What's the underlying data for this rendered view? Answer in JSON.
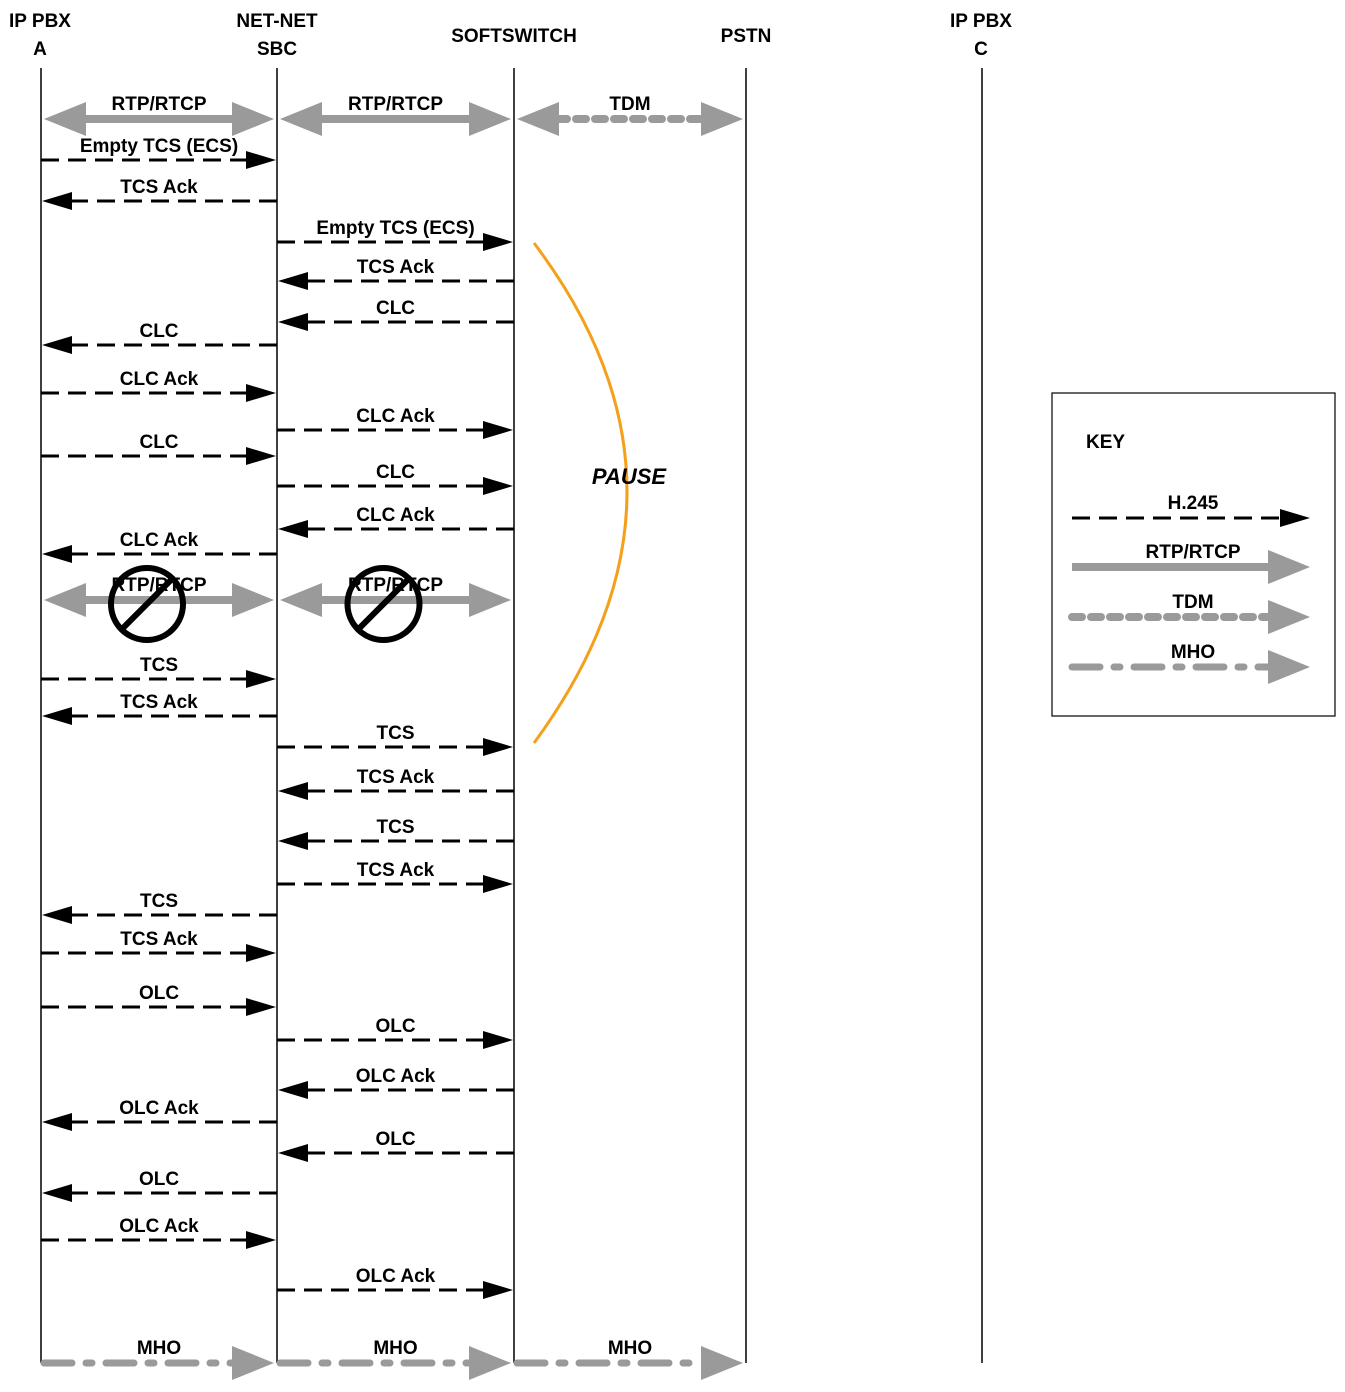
{
  "participants": [
    {
      "id": "pbx_a",
      "line1": "IP PBX",
      "line2": "A"
    },
    {
      "id": "sbc",
      "line1": "NET-NET",
      "line2": "SBC"
    },
    {
      "id": "softswitch",
      "line1": "SOFTSWITCH",
      "line2": ""
    },
    {
      "id": "pstn",
      "line1": "PSTN",
      "line2": ""
    },
    {
      "id": "pbx_c",
      "line1": "IP PBX",
      "line2": "C"
    }
  ],
  "colors": {
    "h245": "#000000",
    "rtp": "#9a9a9a",
    "tdm": "#9a9a9a",
    "mho": "#9a9a9a",
    "pause": "#f5a01a",
    "lifeline": "#000000"
  },
  "pause": {
    "label": "PAUSE"
  },
  "key": {
    "title": "KEY",
    "items": [
      {
        "label": "H.245",
        "style": "h245"
      },
      {
        "label": "RTP/RTCP",
        "style": "rtp"
      },
      {
        "label": "TDM",
        "style": "tdm"
      },
      {
        "label": "MHO",
        "style": "mho"
      }
    ]
  },
  "messages": [
    {
      "from": "pbx_a",
      "to": "sbc",
      "label": "RTP/RTCP",
      "style": "rtp",
      "bidir": true
    },
    {
      "from": "sbc",
      "to": "softswitch",
      "label": "RTP/RTCP",
      "style": "rtp",
      "bidir": true
    },
    {
      "from": "softswitch",
      "to": "pstn",
      "label": "TDM",
      "style": "tdm",
      "bidir": true
    },
    {
      "from": "pbx_a",
      "to": "sbc",
      "label": "Empty TCS (ECS)",
      "style": "h245"
    },
    {
      "from": "sbc",
      "to": "pbx_a",
      "label": "TCS Ack",
      "style": "h245"
    },
    {
      "from": "sbc",
      "to": "softswitch",
      "label": "Empty TCS (ECS)",
      "style": "h245"
    },
    {
      "from": "softswitch",
      "to": "sbc",
      "label": "TCS Ack",
      "style": "h245"
    },
    {
      "from": "softswitch",
      "to": "sbc",
      "label": "CLC",
      "style": "h245"
    },
    {
      "from": "sbc",
      "to": "pbx_a",
      "label": "CLC",
      "style": "h245"
    },
    {
      "from": "pbx_a",
      "to": "sbc",
      "label": "CLC Ack",
      "style": "h245"
    },
    {
      "from": "sbc",
      "to": "softswitch",
      "label": "CLC Ack",
      "style": "h245"
    },
    {
      "from": "pbx_a",
      "to": "sbc",
      "label": "CLC",
      "style": "h245"
    },
    {
      "from": "sbc",
      "to": "softswitch",
      "label": "CLC",
      "style": "h245"
    },
    {
      "from": "softswitch",
      "to": "sbc",
      "label": "CLC Ack",
      "style": "h245"
    },
    {
      "from": "sbc",
      "to": "pbx_a",
      "label": "CLC Ack",
      "style": "h245"
    },
    {
      "from": "pbx_a",
      "to": "sbc",
      "label": "RTP/RTCP",
      "style": "rtp",
      "bidir": true,
      "blocked": true
    },
    {
      "from": "sbc",
      "to": "softswitch",
      "label": "RTP/RTCP",
      "style": "rtp",
      "bidir": true,
      "blocked": true
    },
    {
      "from": "pbx_a",
      "to": "sbc",
      "label": "TCS",
      "style": "h245"
    },
    {
      "from": "sbc",
      "to": "pbx_a",
      "label": "TCS Ack",
      "style": "h245"
    },
    {
      "from": "sbc",
      "to": "softswitch",
      "label": "TCS",
      "style": "h245"
    },
    {
      "from": "softswitch",
      "to": "sbc",
      "label": "TCS Ack",
      "style": "h245"
    },
    {
      "from": "softswitch",
      "to": "sbc",
      "label": "TCS",
      "style": "h245"
    },
    {
      "from": "sbc",
      "to": "softswitch",
      "label": "TCS Ack",
      "style": "h245"
    },
    {
      "from": "sbc",
      "to": "pbx_a",
      "label": "TCS",
      "style": "h245"
    },
    {
      "from": "pbx_a",
      "to": "sbc",
      "label": "TCS Ack",
      "style": "h245"
    },
    {
      "from": "pbx_a",
      "to": "sbc",
      "label": "OLC",
      "style": "h245"
    },
    {
      "from": "sbc",
      "to": "softswitch",
      "label": "OLC",
      "style": "h245"
    },
    {
      "from": "softswitch",
      "to": "sbc",
      "label": "OLC Ack",
      "style": "h245"
    },
    {
      "from": "sbc",
      "to": "pbx_a",
      "label": "OLC Ack",
      "style": "h245"
    },
    {
      "from": "softswitch",
      "to": "sbc",
      "label": "OLC",
      "style": "h245"
    },
    {
      "from": "sbc",
      "to": "pbx_a",
      "label": "OLC",
      "style": "h245"
    },
    {
      "from": "pbx_a",
      "to": "sbc",
      "label": "OLC Ack",
      "style": "h245"
    },
    {
      "from": "sbc",
      "to": "softswitch",
      "label": "OLC Ack",
      "style": "h245"
    },
    {
      "from": "pbx_a",
      "to": "sbc",
      "label": "MHO",
      "style": "mho"
    },
    {
      "from": "sbc",
      "to": "softswitch",
      "label": "MHO",
      "style": "mho"
    },
    {
      "from": "softswitch",
      "to": "pstn",
      "label": "MHO",
      "style": "mho"
    }
  ]
}
